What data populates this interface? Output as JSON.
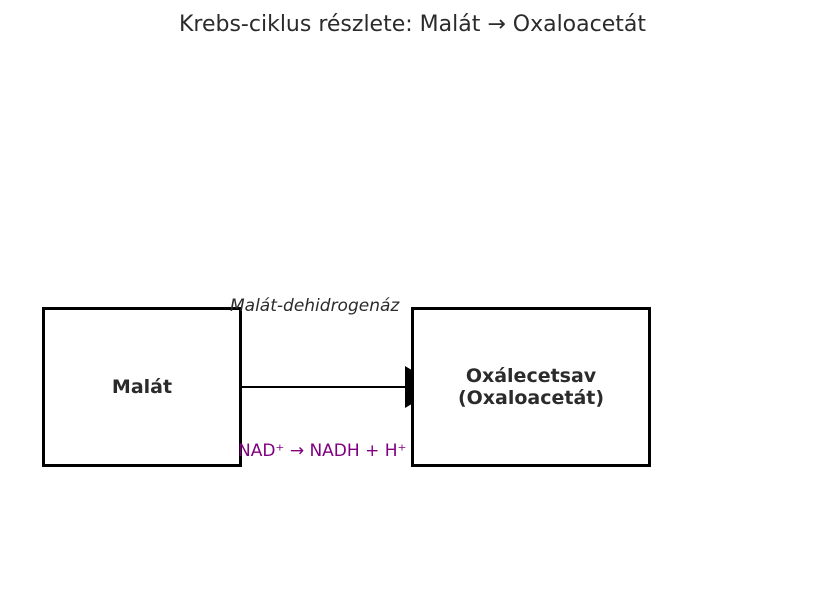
{
  "title": "Krebs-ciklus részlete: Malát → Oxaloacetát",
  "nodes": {
    "substrate": {
      "label": "Malát"
    },
    "product": {
      "line1": "Oxálecetsav",
      "line2": "(Oxaloacetát)"
    }
  },
  "reaction": {
    "enzyme": "Malát-dehidrogenáz",
    "cofactor": "NAD⁺ → NADH + H⁺"
  },
  "colors": {
    "text": "#2b2b2b",
    "cofactor": "#800080",
    "border": "#000000",
    "arrow": "#000000"
  }
}
